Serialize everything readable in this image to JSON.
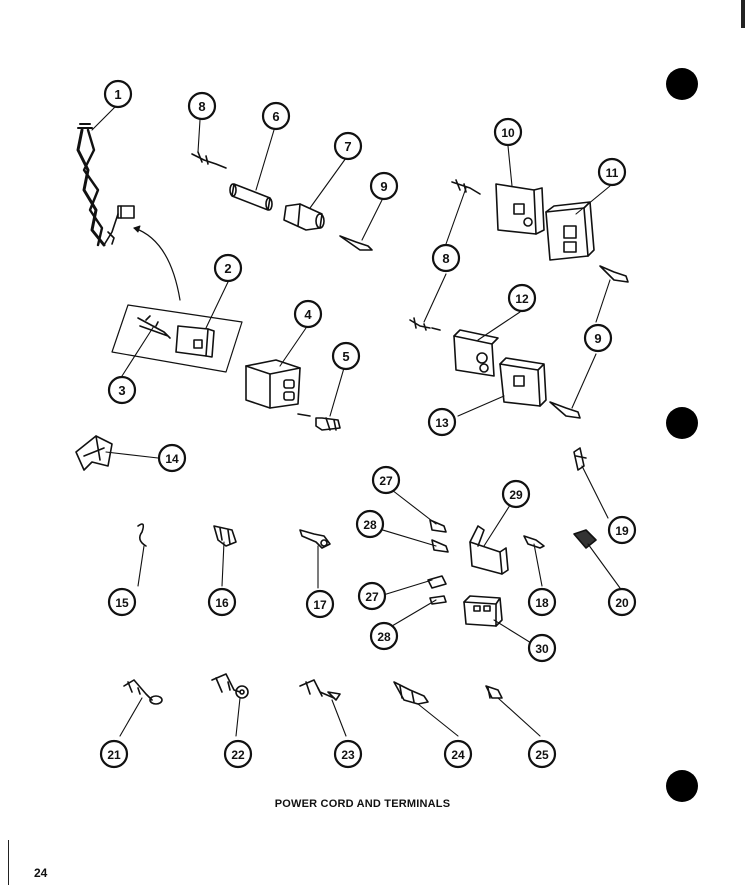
{
  "caption": "POWER CORD AND TERMINALS",
  "page_number": "24",
  "callouts": [
    "1",
    "2",
    "3",
    "4",
    "5",
    "6",
    "7",
    "8",
    "9",
    "10",
    "11",
    "12",
    "13",
    "14",
    "15",
    "16",
    "17",
    "18",
    "19",
    "20",
    "21",
    "22",
    "23",
    "24",
    "25",
    "27",
    "28",
    "29",
    "30"
  ],
  "duplicate_callouts": {
    "eight_b": "8",
    "nine_b": "9",
    "twentyseven_b": "27",
    "twentyeight_b": "28"
  }
}
